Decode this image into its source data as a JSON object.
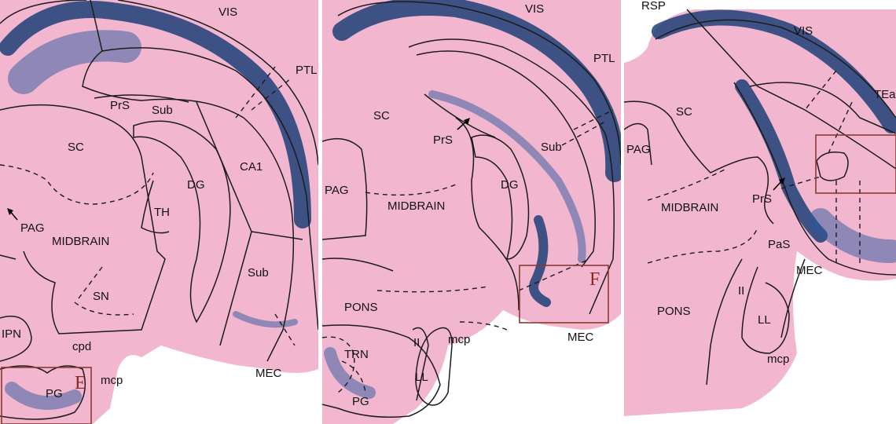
{
  "panel_a": {
    "labels": {
      "vis": "VIS",
      "ptl": "PTL",
      "prs": "PrS",
      "sub_upper": "Sub",
      "sc": "SC",
      "ca1": "CA1",
      "dg": "DG",
      "th": "TH",
      "pag": "PAG",
      "midbrain": "MIDBRAIN",
      "sn": "SN",
      "sub_lower": "Sub",
      "ipn": "IPN",
      "cpd": "cpd",
      "mec": "MEC",
      "pg": "PG",
      "mcp": "mcp"
    },
    "inset_letter": "E"
  },
  "panel_b": {
    "labels": {
      "vis": "VIS",
      "ptl": "PTL",
      "sc": "SC",
      "prs": "PrS",
      "sub": "Sub",
      "pag": "PAG",
      "dg": "DG",
      "midbrain": "MIDBRAIN",
      "pons": "PONS",
      "trn": "TRN",
      "ii": "II",
      "mcp": "mcp",
      "ll": "LL",
      "pg": "PG",
      "mec": "MEC"
    },
    "inset_letter": "F"
  },
  "panel_c": {
    "labels": {
      "rsp": "RSP",
      "vis": "VIS",
      "tea": "TEa",
      "sc": "SC",
      "pag": "PAG",
      "midbrain": "MIDBRAIN",
      "prs": "PrS",
      "pas": "PaS",
      "mec": "MEC",
      "pons": "PONS",
      "ii": "II",
      "ll": "LL",
      "mcp": "mcp"
    }
  },
  "colors": {
    "tissue": "#f2b7cf",
    "stain": "#1e3f78",
    "inset_box": "#8a3a30"
  }
}
